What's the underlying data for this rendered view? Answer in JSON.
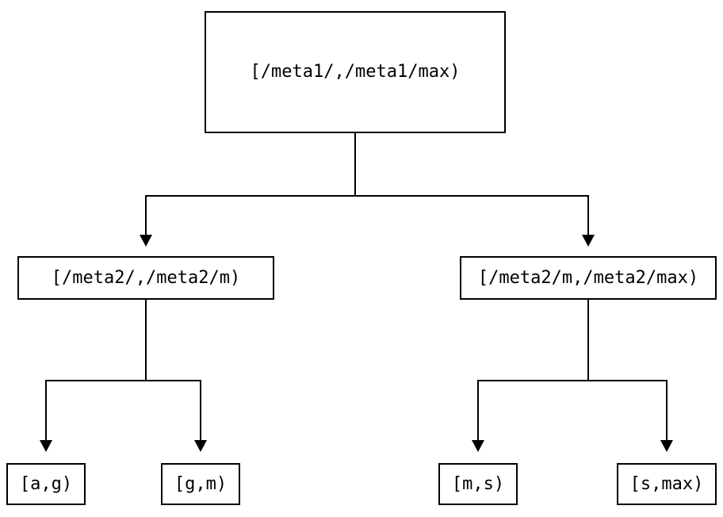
{
  "diagram": {
    "type": "tree",
    "background_color": "#ffffff",
    "line_color": "#000000",
    "nodes": {
      "root": {
        "label": "[/meta1/,/meta1/max)"
      },
      "mid_left": {
        "label": "[/meta2/,/meta2/m)"
      },
      "mid_right": {
        "label": "[/meta2/m,/meta2/max)"
      },
      "leaf_ag": {
        "label": "[a,g)"
      },
      "leaf_gm": {
        "label": "[g,m)"
      },
      "leaf_ms": {
        "label": "[m,s)"
      },
      "leaf_smax": {
        "label": "[s,max)"
      }
    },
    "edges": [
      {
        "from": "root",
        "to": "mid_left"
      },
      {
        "from": "root",
        "to": "mid_right"
      },
      {
        "from": "mid_left",
        "to": "leaf_ag"
      },
      {
        "from": "mid_left",
        "to": "leaf_gm"
      },
      {
        "from": "mid_right",
        "to": "leaf_ms"
      },
      {
        "from": "mid_right",
        "to": "leaf_smax"
      }
    ]
  }
}
